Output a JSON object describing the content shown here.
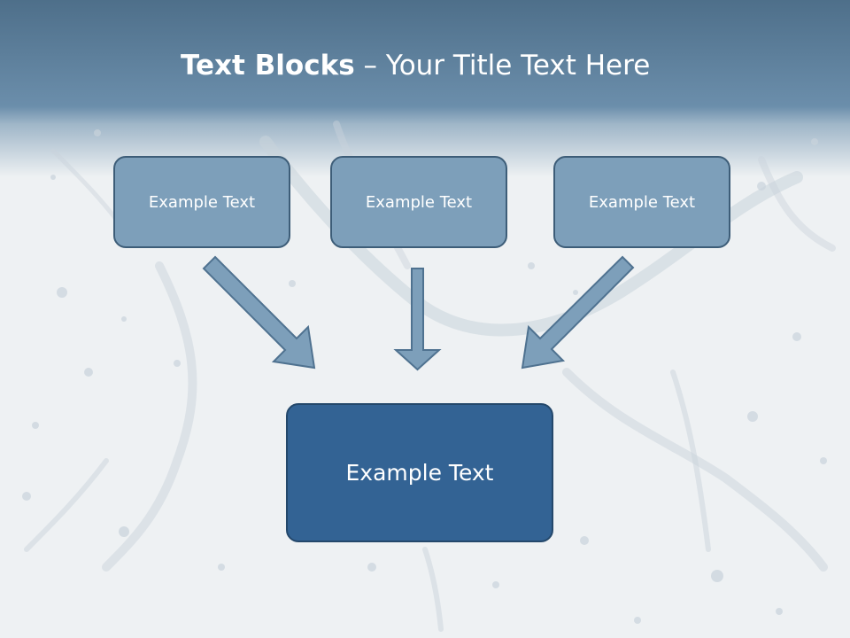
{
  "title": {
    "bold": "Text Blocks",
    "separator": " – ",
    "rest": "Your Title Text Here"
  },
  "boxes": {
    "left": "Example Text",
    "center": "Example Text",
    "right": "Example Text",
    "main": "Example Text"
  },
  "colors": {
    "header": "#6b8eab",
    "small_box": "#7d9fba",
    "main_box": "#336394",
    "arrow": "#7d9fba",
    "background": "#eef1f3"
  }
}
